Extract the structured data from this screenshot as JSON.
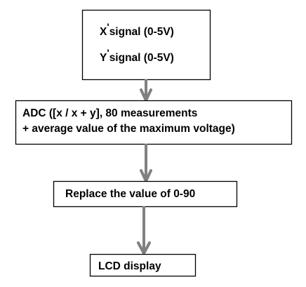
{
  "nodes": {
    "signals": {
      "x_prefix": "X",
      "y_prefix": "Y",
      "prime": "'",
      "x_rest": "signal (0-5V)",
      "y_rest": "signal (0-5V)"
    },
    "adc": {
      "line1": "ADC ([x / x + y], 80 measurements",
      "line2": "+ average value of the maximum voltage)"
    },
    "replace": {
      "label": "Replace the value of 0-90"
    },
    "lcd": {
      "label": "LCD display"
    }
  },
  "colors": {
    "arrow": "#808080",
    "box_border": "#000000",
    "text": "#000000",
    "background": "#ffffff"
  }
}
